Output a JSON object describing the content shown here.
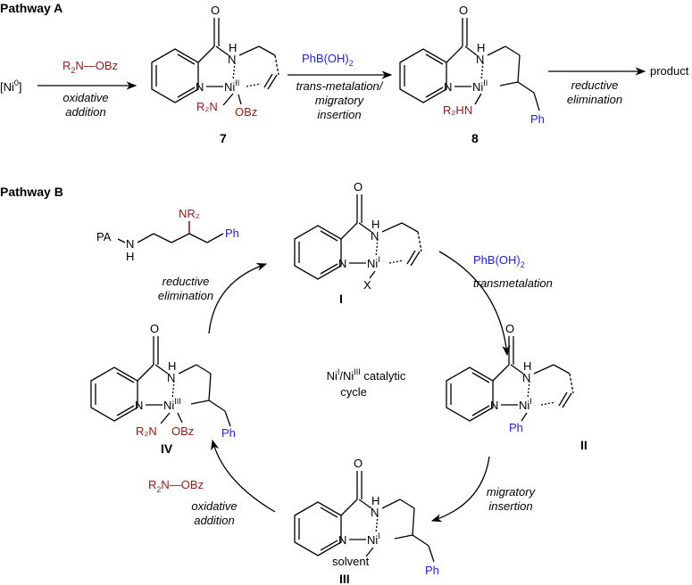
{
  "colors": {
    "reagent_red": "#8b1a1a",
    "reagent_blue": "#1f1fd6",
    "ink": "#000000"
  },
  "pathway_a": {
    "title": "Pathway A",
    "start": "[Ni",
    "start_sup": "0",
    "start_end": "]",
    "step1": {
      "reagent_main": "R",
      "reagent_sub": "2",
      "reagent_rest": "N—OBz",
      "line1": "oxidative",
      "line2": "addition"
    },
    "step2": {
      "reagent_main": "PhB(OH)",
      "reagent_sub": "2",
      "line1": "trans-metalation/",
      "line2": "migratory",
      "line3": "insertion"
    },
    "step3": {
      "line1": "reductive",
      "line2": "elimination"
    },
    "product": "product",
    "cpd7": {
      "label": "7",
      "metal": "Ni",
      "ox": "II",
      "r2n": "R₂N",
      "obz": "OBz",
      "n_amide": "N",
      "h": "H",
      "o": "O",
      "n_pyr": "N"
    },
    "cpd8": {
      "label": "8",
      "metal": "Ni",
      "ox": "II",
      "r2hn": "R₂HN",
      "ph": "Ph",
      "n_amide": "N",
      "h": "H",
      "o": "O",
      "n_pyr": "N"
    }
  },
  "pathway_b": {
    "title": "Pathway B",
    "cycle_line1": "Ni",
    "cycle_sup1": "I",
    "cycle_slash": "/Ni",
    "cycle_sup2": "III",
    "cycle_rest": " catalytic",
    "cycle_line2": "cycle",
    "product": {
      "pa": "PA",
      "n": "N",
      "h": "H",
      "nr2": "NR₂",
      "ph": "Ph"
    },
    "step_transmetal": {
      "reagent_main": "PhB(OH)",
      "reagent_sub": "2",
      "label": "transmetalation"
    },
    "step_migratory": {
      "line1": "migratory",
      "line2": "insertion"
    },
    "step_oxadd": {
      "reagent_main": "R",
      "reagent_sub": "2",
      "reagent_rest": "N—OBz",
      "line1": "oxidative",
      "line2": "addition"
    },
    "step_redelim": {
      "line1": "reductive",
      "line2": "elimination"
    },
    "cpdI": {
      "label": "I",
      "metal": "Ni",
      "ox": "I",
      "x": "X",
      "n_amide": "N",
      "h": "H",
      "o": "O",
      "n_pyr": "N"
    },
    "cpdII": {
      "label": "II",
      "metal": "Ni",
      "ox": "I",
      "ph": "Ph",
      "n_amide": "N",
      "h": "H",
      "o": "O",
      "n_pyr": "N"
    },
    "cpdIII": {
      "label": "III",
      "metal": "Ni",
      "ox": "I",
      "solvent": "solvent",
      "ph": "Ph",
      "n_amide": "N",
      "h": "H",
      "o": "O",
      "n_pyr": "N"
    },
    "cpdIV": {
      "label": "IV",
      "metal": "Ni",
      "ox": "III",
      "r2n": "R₂N",
      "obz": "OBz",
      "ph": "Ph",
      "n_amide": "N",
      "h": "H",
      "o": "O",
      "n_pyr": "N"
    }
  }
}
